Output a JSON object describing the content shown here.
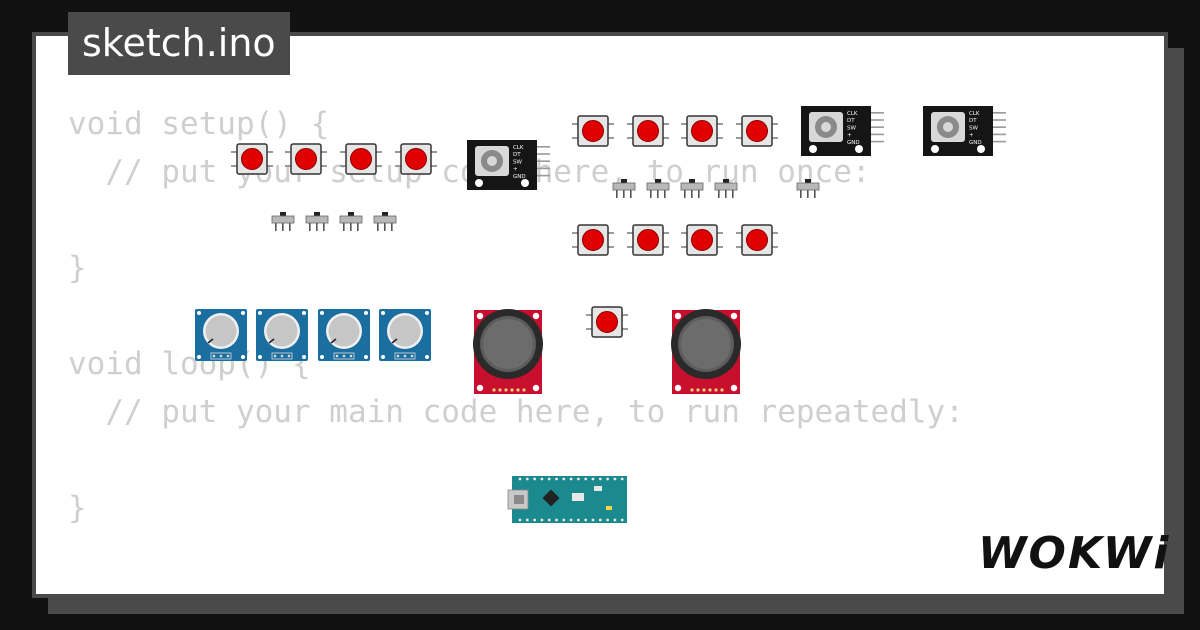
{
  "tab": {
    "title": "sketch.ino"
  },
  "code": {
    "lines": [
      "void setup() {",
      "  // put your setup code here, to run once:",
      "",
      "}",
      "",
      "void loop() {",
      "  // put your main code here, to run repeatedly:",
      "",
      "}"
    ]
  },
  "brand": {
    "logo_text": "WOKWi"
  },
  "colors": {
    "background": "#111111",
    "frame": "#4a4a4a",
    "canvas": "#ffffff",
    "code_text": "#cfcfcf",
    "button_red": "#e00000",
    "potentiometer_blue": "#1a6fa0",
    "joystick_red": "#c8102e",
    "arduino_teal": "#1b8a8f"
  },
  "components": {
    "encoder_pin_labels": [
      "CLK",
      "DT",
      "SW",
      "+",
      "GND"
    ]
  }
}
